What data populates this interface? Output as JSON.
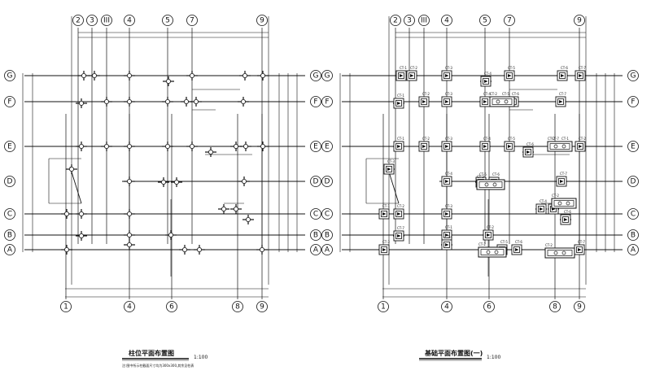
{
  "left_plan": {
    "col_axes": [
      "2",
      "3",
      "III",
      "4",
      "5",
      "7",
      "9"
    ],
    "col_axes_bottom": [
      "1",
      "4",
      "6",
      "8",
      "9"
    ],
    "row_axes": [
      "G",
      "F",
      "E",
      "D",
      "C",
      "B",
      "A"
    ],
    "title": "柱位平面布置图",
    "scale": "1:100",
    "note": "注:图中所示柱截面尺寸均为300x300,其余见柱表"
  },
  "right_plan": {
    "col_axes": [
      "2",
      "3",
      "III",
      "4",
      "5",
      "7",
      "9"
    ],
    "col_axes_bottom": [
      "1",
      "4",
      "6",
      "8",
      "9"
    ],
    "row_axes": [
      "G",
      "F",
      "E",
      "D",
      "C",
      "B",
      "A"
    ],
    "title": "基础平面布置图(一)",
    "scale": "1:100",
    "footing_tag_prefix": "CT-"
  }
}
